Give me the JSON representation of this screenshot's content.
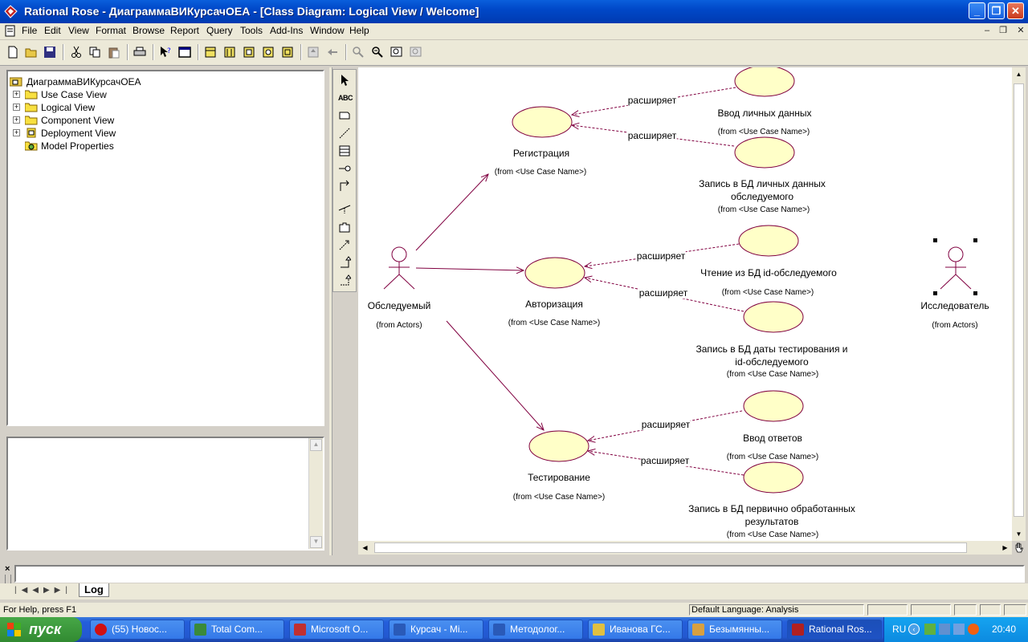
{
  "window": {
    "title": "Rational Rose - ДиаграммаВИКурсачОЕА - [Class Diagram: Logical View / Welcome]",
    "minimize_glyph": "_",
    "maximize_glyph": "❐",
    "close_glyph": "✕"
  },
  "menu": {
    "items": [
      "File",
      "Edit",
      "View",
      "Format",
      "Browse",
      "Report",
      "Query",
      "Tools",
      "Add-Ins",
      "Window",
      "Help"
    ],
    "mdi_min": "–",
    "mdi_restore": "❐",
    "mdi_close": "✕"
  },
  "toolbar_icons": [
    "new-icon",
    "open-icon",
    "save-icon",
    "cut-icon",
    "copy-icon",
    "paste-icon",
    "print-icon",
    "context-help-icon",
    "view-doc-icon",
    "browse-class-icon",
    "browse-interaction-icon",
    "browse-component-icon",
    "browse-deployment-icon",
    "browse-parent-icon",
    "browse-previous-icon",
    "zoom-in-icon",
    "zoom-out-icon",
    "fit-in-window-icon",
    "undo-fit-icon"
  ],
  "browser": {
    "root": "ДиаграммаВИКурсачОЕА",
    "items": [
      {
        "label": "Use Case View"
      },
      {
        "label": "Logical View"
      },
      {
        "label": "Component View"
      },
      {
        "label": "Deployment View"
      },
      {
        "label": "Model Properties"
      }
    ]
  },
  "toolbox": {
    "text_tool": "ABC"
  },
  "diagram": {
    "stereotype": "расширяет",
    "from_use_case": "(from <Use Case Name>)",
    "from_actors": "(from Actors)",
    "actors": [
      {
        "name": "Обследуемый"
      },
      {
        "name": "Исследователь"
      }
    ],
    "use_cases": {
      "registration": "Регистрация",
      "authorization": "Авторизация",
      "testing": "Тестирование",
      "input_personal": "Ввод личных данных",
      "write_personal_1": "Запись в БД личных данных",
      "write_personal_2": "обследуемого",
      "read_id": "Чтение из БД id-обследуемого",
      "write_date_1": "Запись в БД даты тестирования и",
      "write_date_2": "id-обследуемого",
      "input_answers": "Ввод ответов",
      "write_results_1": "Запись в БД первично обработанных",
      "write_results_2": "результатов"
    }
  },
  "log": {
    "tab": "Log",
    "close_glyph": "×"
  },
  "status": {
    "help": "For Help, press F1",
    "language": "Default Language: Analysis"
  },
  "taskbar": {
    "start": "пуск",
    "tasks": [
      {
        "label": "(55) Новос...",
        "color": "#d01010"
      },
      {
        "label": "Total Com...",
        "color": "#3a8a3a"
      },
      {
        "label": "Microsoft O...",
        "color": "#c03030"
      },
      {
        "label": "Курсач - Mi...",
        "color": "#2a5ab8"
      },
      {
        "label": "Методолог...",
        "color": "#2a5ab8"
      },
      {
        "label": "Иванова ГС...",
        "color": "#e0c040"
      },
      {
        "label": "Безымянны...",
        "color": "#d8a040"
      },
      {
        "label": "Rational Ros...",
        "color": "#b02020"
      }
    ],
    "lang": "RU",
    "clock": "20:40"
  }
}
